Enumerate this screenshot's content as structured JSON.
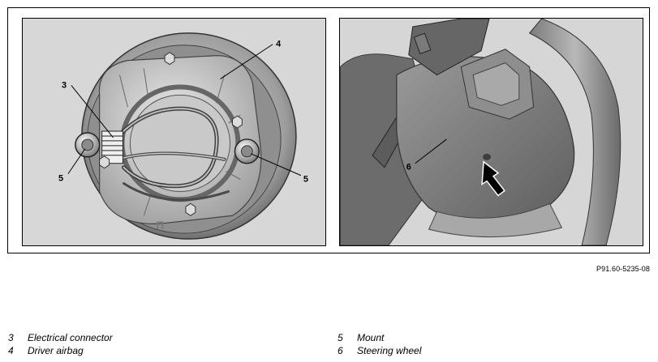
{
  "figure": {
    "reference_code": "P91.60-5235-08",
    "left_panel": {
      "callouts": [
        {
          "number": "3"
        },
        {
          "number": "4"
        },
        {
          "number": "5"
        },
        {
          "number": "5"
        }
      ]
    },
    "right_panel": {
      "callouts": [
        {
          "number": "6"
        }
      ]
    }
  },
  "legend": {
    "left": [
      {
        "number": "3",
        "label": "Electrical connector"
      },
      {
        "number": "4",
        "label": "Driver airbag"
      }
    ],
    "right": [
      {
        "number": "5",
        "label": "Mount"
      },
      {
        "number": "6",
        "label": "Steering wheel"
      }
    ]
  },
  "colors": {
    "panel_background": "#d7d7d7",
    "metal_light": "#b5b5b5",
    "metal_dark": "#555555",
    "arrow": "#000000"
  }
}
